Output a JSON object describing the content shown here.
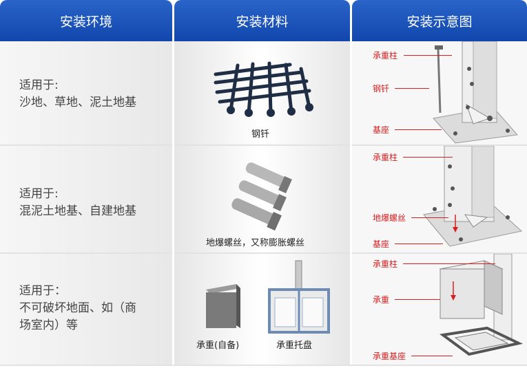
{
  "header": {
    "col1": "安装环境",
    "col2": "安装材料",
    "col3": "安装示意图"
  },
  "rows": [
    {
      "env_line1": "适用于:",
      "env_line2": "沙地、草地、泥土地基",
      "material_caption": "钢钎",
      "diagram_labels": {
        "top": "承重柱",
        "middle": "钢钎",
        "bottom": "基座"
      }
    },
    {
      "env_line1": "适用于:",
      "env_line2": "混泥土地基、自建地基",
      "material_caption": "地爆螺丝，又称膨胀螺丝",
      "diagram_labels": {
        "top": "承重柱",
        "middle": "地爆螺丝",
        "bottom": "基座"
      }
    },
    {
      "env_line1": "适用于：",
      "env_line2": "不可破坏地面、如（商",
      "env_line3": "场室内）等",
      "material_caption_left": "承重(自备)",
      "material_caption_right": "承重托盘",
      "diagram_labels": {
        "top": "承重柱",
        "middle": "承重",
        "bottom": "承重基座"
      }
    }
  ],
  "colors": {
    "header": "#1a55b8",
    "label": "#d81e1e"
  }
}
